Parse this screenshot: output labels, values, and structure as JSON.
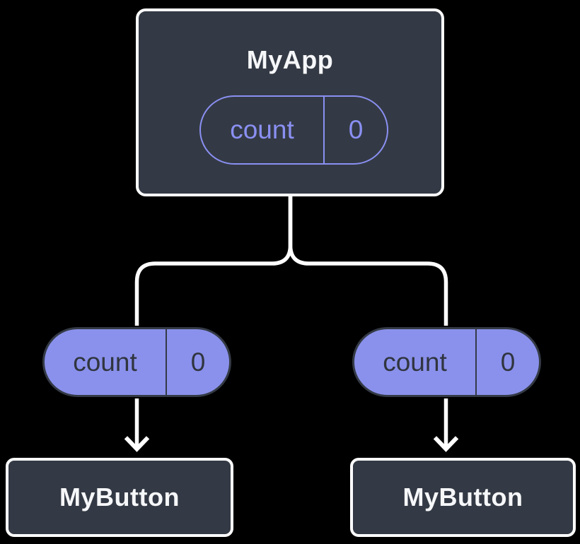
{
  "colors": {
    "bg": "#000000",
    "card_bg": "#343A45",
    "card_border": "#FFFFFF",
    "accent": "#8A90F2",
    "pill_fill": "#8A91EC",
    "pill_text": "#30353F",
    "line": "#FFFFFF",
    "title_text": "#F6F7F9"
  },
  "diagram": {
    "root": {
      "title": "MyApp",
      "state": {
        "name": "count",
        "value": "0"
      }
    },
    "children": [
      {
        "title": "MyButton",
        "prop": {
          "name": "count",
          "value": "0"
        }
      },
      {
        "title": "MyButton",
        "prop": {
          "name": "count",
          "value": "0"
        }
      }
    ]
  }
}
